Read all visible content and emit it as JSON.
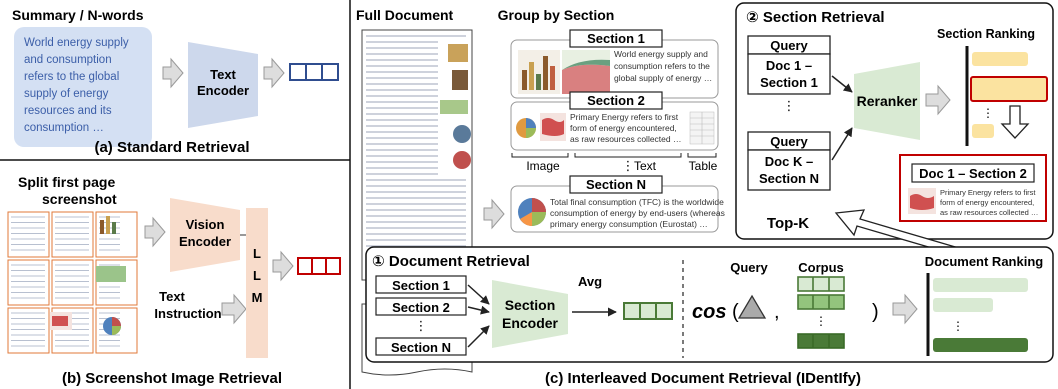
{
  "panel_a": {
    "title": "Summary / N-words",
    "summary_lines": [
      "World energy supply",
      "and consumption",
      "refers to the global",
      "supply of energy",
      "resources and its",
      "consumption …"
    ],
    "encoder_lines": [
      "Text",
      "Encoder"
    ],
    "caption": "(a) Standard Retrieval"
  },
  "panel_b": {
    "title_lines": [
      "Split first page",
      "screenshot"
    ],
    "vision_encoder_lines": [
      "Vision",
      "Encoder"
    ],
    "instruction_lines": [
      "Text",
      "Instruction"
    ],
    "llm_letters": [
      "L",
      "L",
      "M"
    ],
    "caption": "(b) Screenshot Image Retrieval"
  },
  "panel_c": {
    "full_doc_title": "Full Document",
    "group_title": "Group by Section",
    "sections": [
      {
        "name": "Section 1",
        "text": [
          "World energy supply and",
          "consumption refers to the",
          "global supply of energy …"
        ]
      },
      {
        "name": "Section 2",
        "text": [
          "Primary Energy refers to first",
          "form of energy encountered,",
          "as raw resources collected …"
        ]
      },
      {
        "name": "Section N",
        "text": [
          "Total final consumption (TFC) is the worldwide",
          "consumption of energy by end-users (whereas",
          "primary energy consumption (Eurostat) …"
        ]
      }
    ],
    "modality_labels": {
      "image": "Image",
      "text": "Text",
      "table": "Table"
    },
    "ellipsis": "⋮",
    "caption": "(c) Interleaved Document Retrieval (IDentIfy)"
  },
  "section_retrieval": {
    "title": "② Section Retrieval",
    "query_label": "Query",
    "doc1_lines": [
      "Doc 1 –",
      "Section 1"
    ],
    "dock_lines": [
      "Doc K –",
      "Section N"
    ],
    "reranker": "Reranker",
    "ranking_title": "Section Ranking",
    "result_title": "Doc 1 – Section 2",
    "result_text": [
      "Primary Energy refers to first",
      "form of energy encountered,",
      "as raw resources collected …"
    ],
    "topk": "Top-K"
  },
  "document_retrieval": {
    "title": "① Document Retrieval",
    "sections": [
      "Section 1",
      "Section 2",
      "Section N"
    ],
    "encoder_lines": [
      "Section",
      "Encoder"
    ],
    "avg": "Avg",
    "query": "Query",
    "corpus": "Corpus",
    "cos": "cos",
    "ranking_title": "Document Ranking"
  },
  "colors": {
    "text_blue": "#3b5ea8",
    "encoder_blue": "#cdd8ec",
    "vision_peach": "#f8dccb",
    "green": "#d9ead3",
    "dark_green": "#4a7a37",
    "mid_green": "#93c47d",
    "red": "#c00000",
    "yellow": "#fbe3a0",
    "arrow_gray": "#bbbbbb"
  }
}
